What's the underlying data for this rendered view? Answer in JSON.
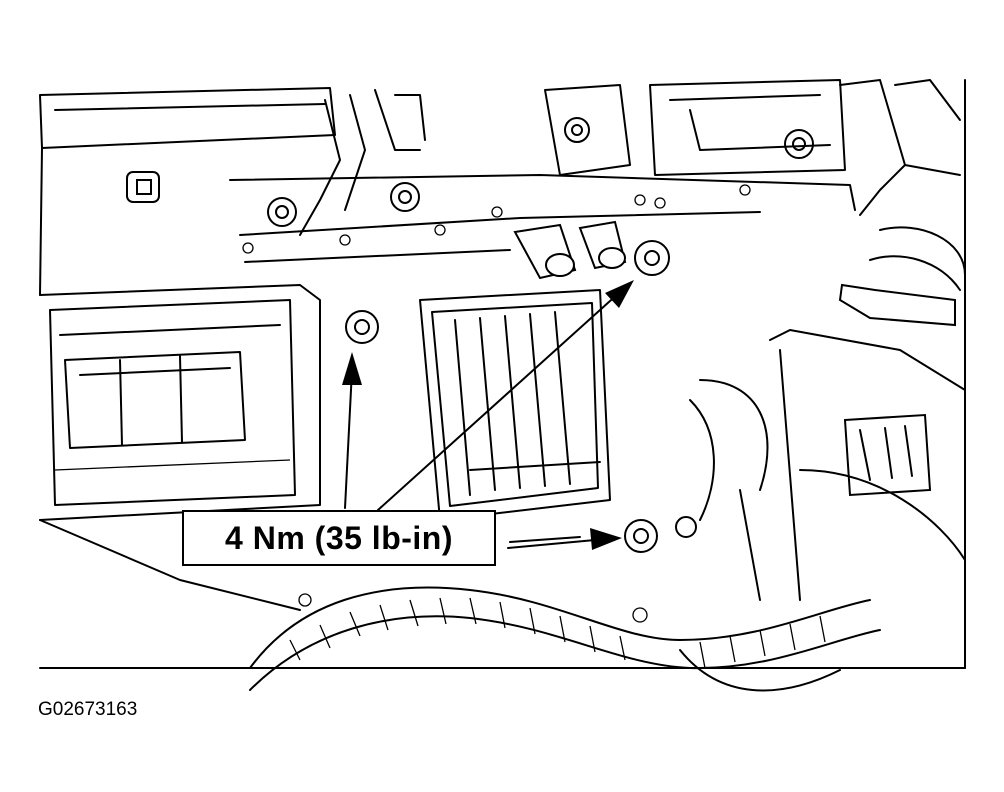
{
  "callout": {
    "label": "4 Nm (35 lb-in)"
  },
  "figure": {
    "id": "G02673163"
  },
  "icons": [
    "bolt-icon",
    "arrow-icon",
    "wiring-harness",
    "blower-housing"
  ],
  "colors": {
    "ink": "#000000",
    "paper": "#ffffff"
  }
}
